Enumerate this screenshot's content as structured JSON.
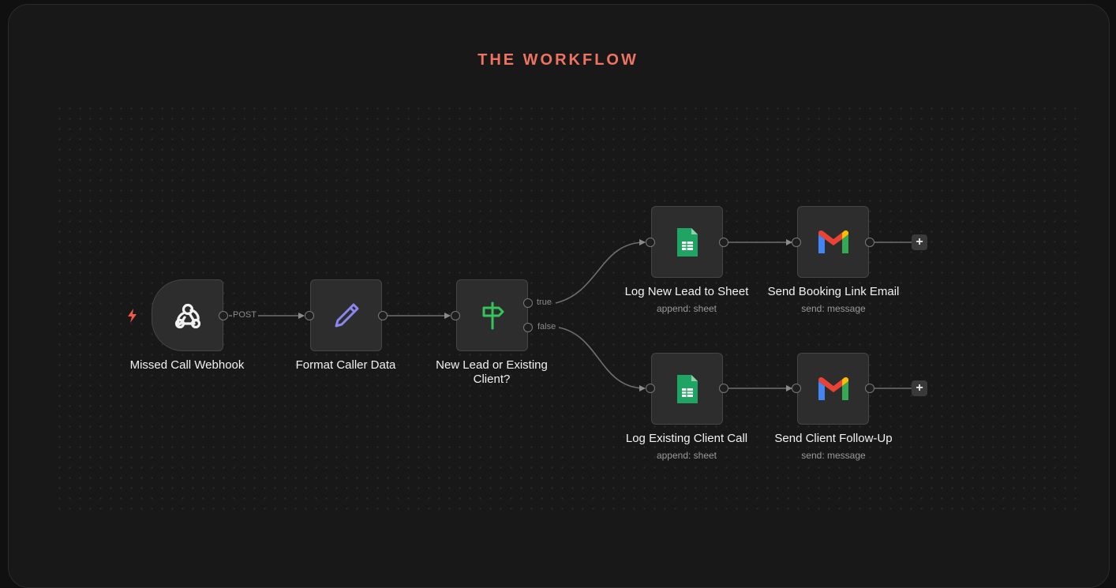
{
  "title": "THE WORKFLOW",
  "colors": {
    "accent": "#ef7362",
    "code_icon": "#8b86f0",
    "if_icon": "#33c55a",
    "sheets": "#1fa463"
  },
  "nodes": {
    "webhook": {
      "label": "Missed Call Webhook",
      "icon": "webhook-icon",
      "output_label": "POST"
    },
    "format": {
      "label": "Format Caller Data",
      "icon": "pen-icon"
    },
    "if": {
      "label": "New Lead or Existing Client?",
      "icon": "signpost-icon",
      "true_label": "true",
      "false_label": "false"
    },
    "sheet_new": {
      "label": "Log New Lead to Sheet",
      "sub": "append: sheet",
      "icon": "google-sheets-icon"
    },
    "email_booking": {
      "label": "Send Booking Link Email",
      "sub": "send: message",
      "icon": "gmail-icon"
    },
    "sheet_existing": {
      "label": "Log Existing Client Call",
      "sub": "append: sheet",
      "icon": "google-sheets-icon"
    },
    "email_followup": {
      "label": "Send Client Follow-Up",
      "sub": "send: message",
      "icon": "gmail-icon"
    }
  },
  "add_button_label": "+"
}
